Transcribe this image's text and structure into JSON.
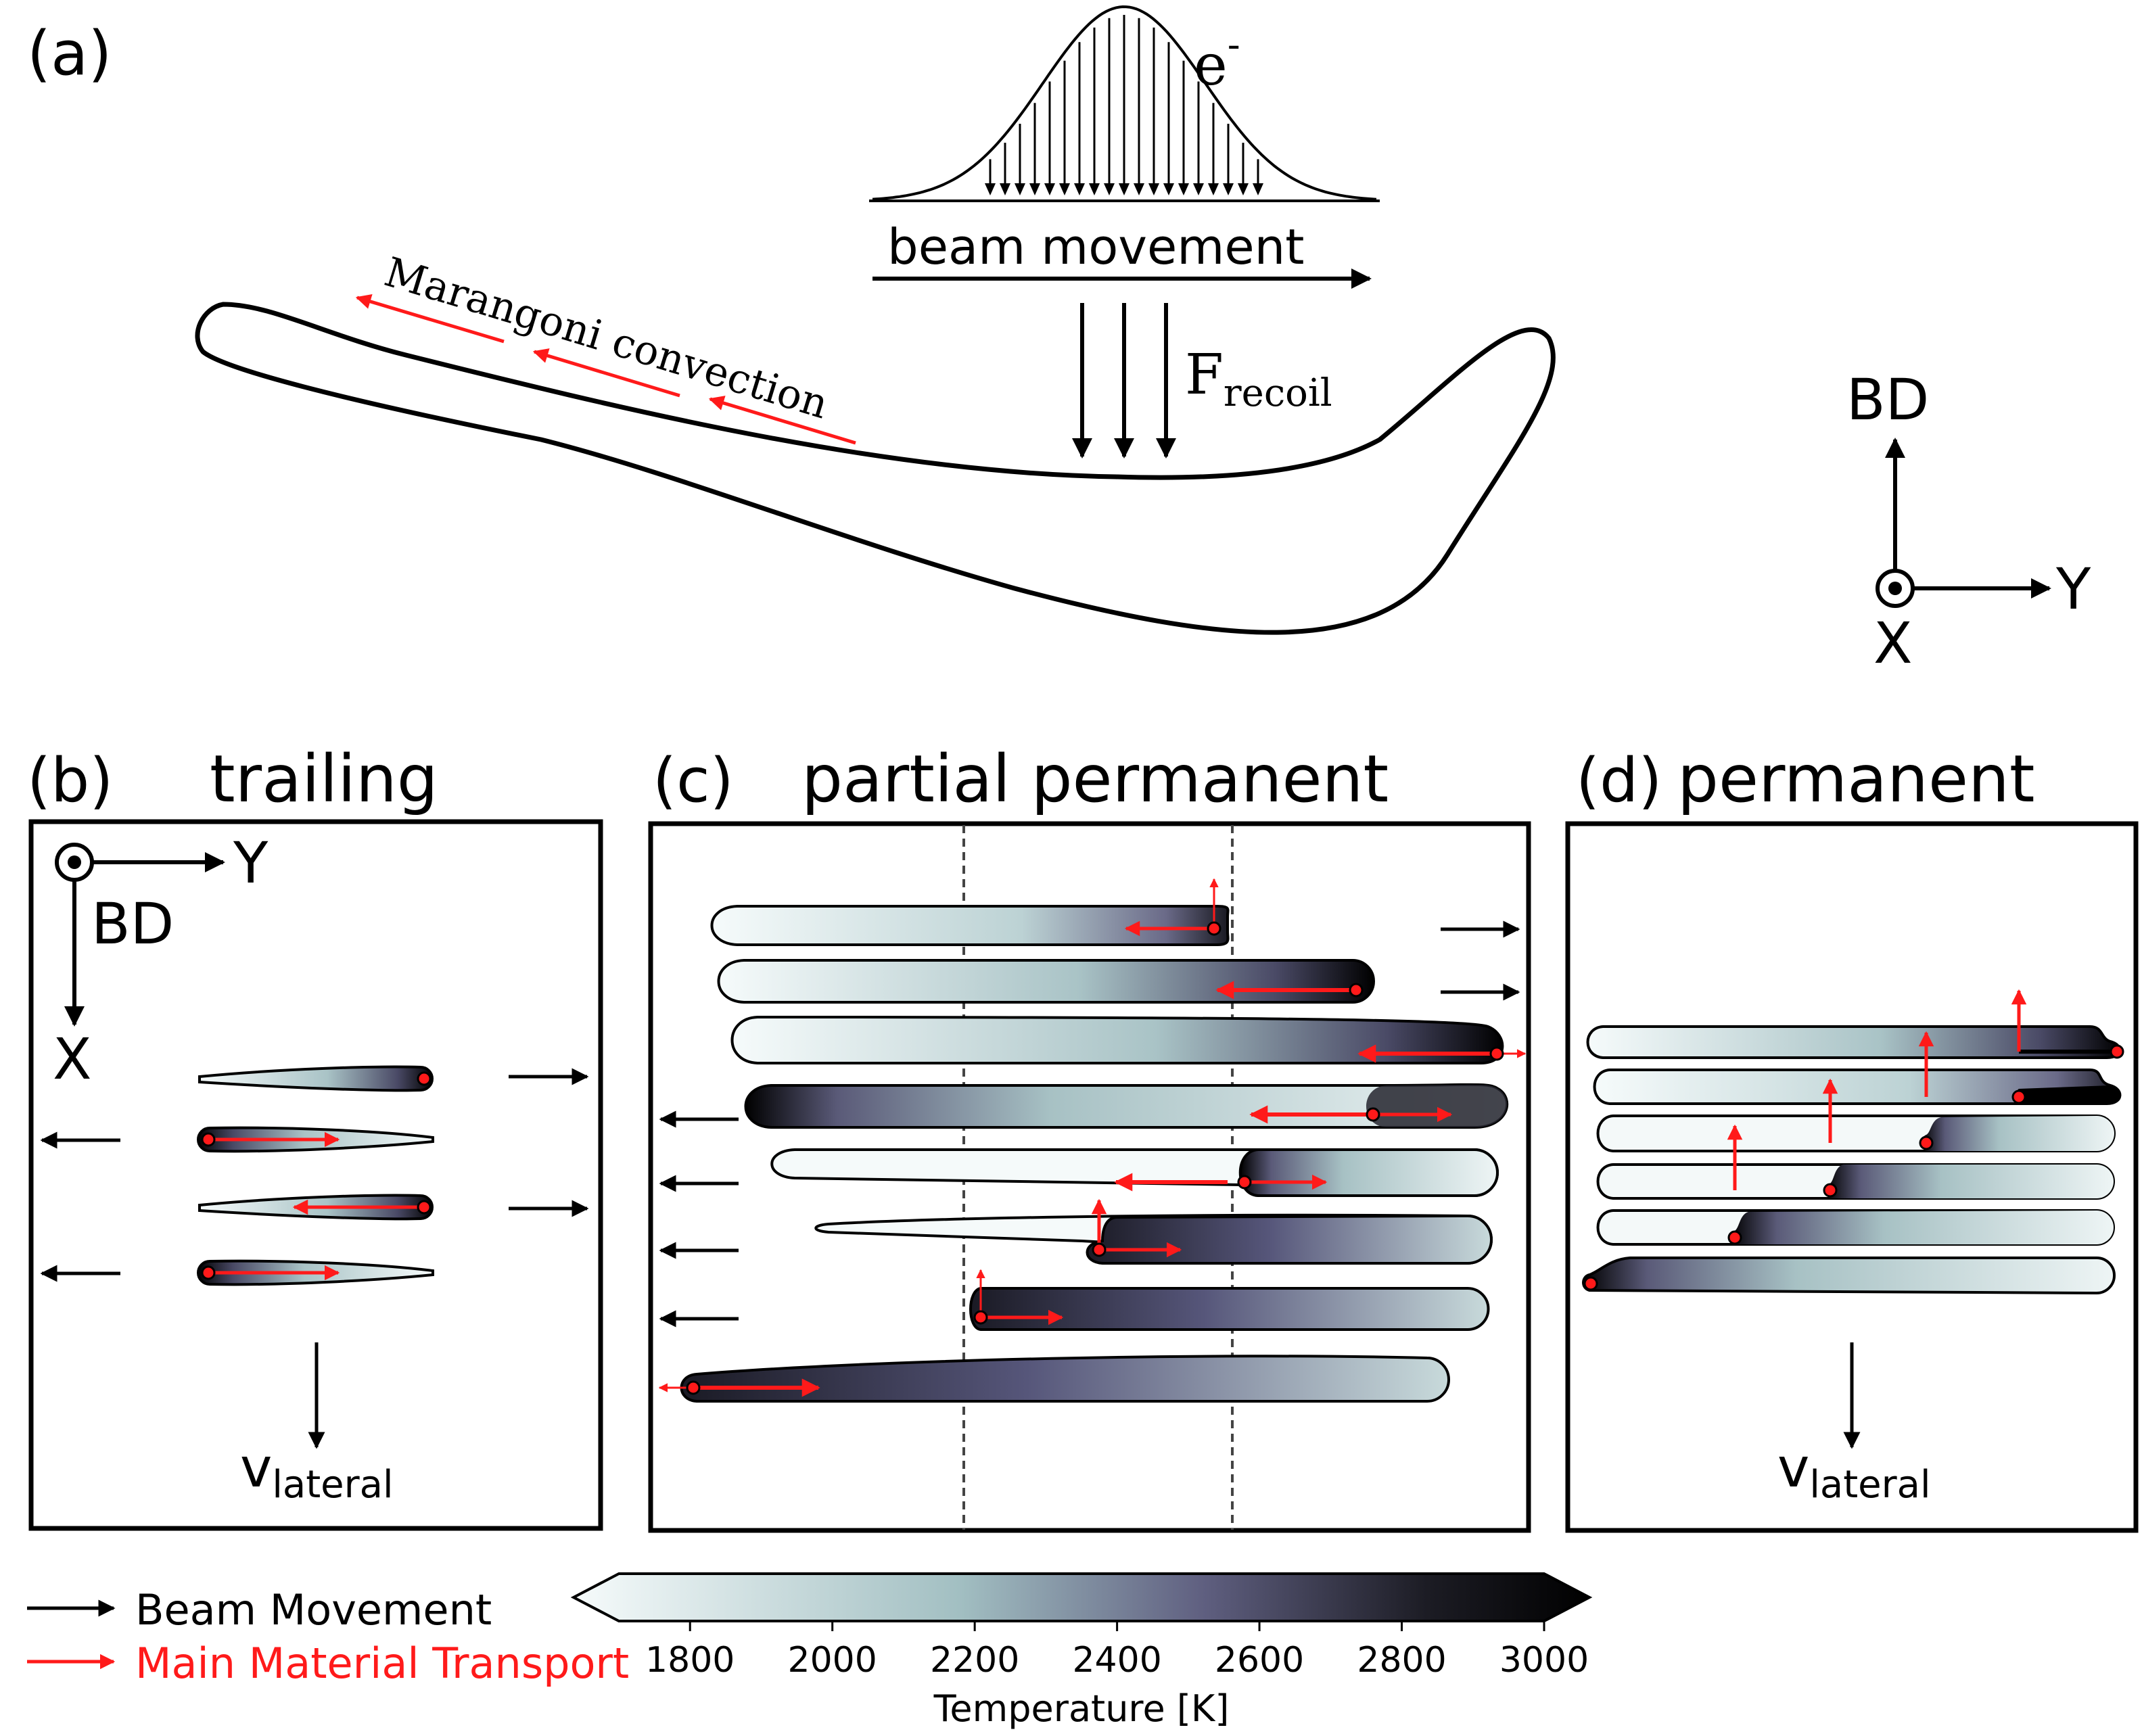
{
  "colors": {
    "beam": "#000000",
    "transport": "#ff1a1a",
    "pool_outline": "#000000",
    "temperature_scale": [
      "#f4f9f9",
      "#9fbcbf",
      "#5a5a7a",
      "#000000"
    ]
  },
  "panel_a": {
    "label": "(a)",
    "electron_label": "e",
    "electron_sup": "-",
    "beam_movement": "beam movement",
    "marangoni": "Marangoni convection",
    "recoil_F": "F",
    "recoil_sub": "recoil",
    "axes": {
      "up": "BD",
      "right": "Y",
      "out": "X"
    }
  },
  "panel_b": {
    "label": "(b)",
    "title": "trailing",
    "axes": {
      "right": "Y",
      "down": "BD",
      "down_end": "X"
    },
    "v_main": "v",
    "v_sub": "lateral"
  },
  "panel_c": {
    "label": "(c)",
    "title": "partial permanent"
  },
  "panel_d": {
    "label": "(d)",
    "title": "permanent",
    "v_main": "v",
    "v_sub": "lateral"
  },
  "legend": {
    "beam_movement": "Beam Movement",
    "material_transport": "Main Material Transport"
  },
  "colorbar": {
    "title": "Temperature [K]",
    "min": 1700,
    "max": 3000,
    "ticks": [
      "1800",
      "2000",
      "2200",
      "2400",
      "2600",
      "2800",
      "3000"
    ]
  }
}
